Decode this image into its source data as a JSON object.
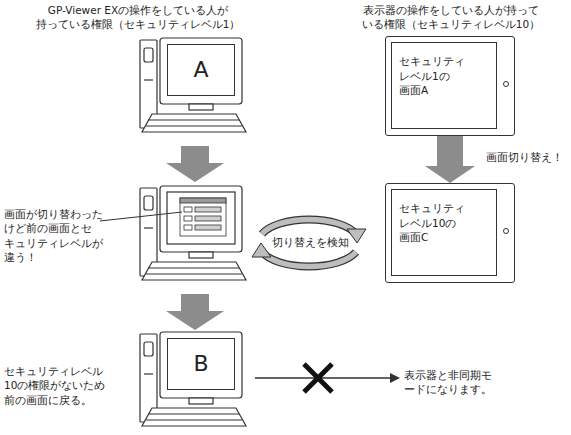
{
  "diagram": {
    "nodes": [
      {
        "text": [
          "A"
        ]
      },
      {
        "text": [
          "セキュリティ レベル1の 画面A"
        ]
      },
      {
        "text": [
          "セキュリティ レベル10の 画面C"
        ]
      },
      {
        "text": [
          "B"
        ]
      }
    ],
    "edges": [
      {
        "from": 1,
        "to": 2,
        "arrow": "to",
        "label": "画面切り替え！"
      }
    ],
    "labels": [
      "GP-Viewer EXの操作をしている人が 持っている権限（セキュリティレベル1）",
      "表示器の操作をしている人が持って いる権限（セキュリティレベル10）",
      "画面が切り替わった けど前の画面とセ キュリティレベルが 違う！",
      "切り替えを検知",
      "セキュリティレベル 10の権限がないため 前の画面に戻る。",
      "表示器と非同期モ ードになります。"
    ]
  }
}
